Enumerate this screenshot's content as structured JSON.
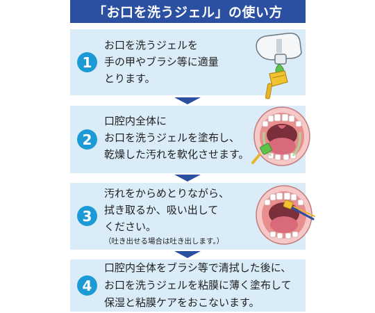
{
  "title": "「お口を洗うジェル」の使い方",
  "steps": [
    {
      "number": "1",
      "lines": [
        "お口を洗うジェルを",
        "手の甲やブラシ等に適量",
        "とります。"
      ]
    },
    {
      "number": "2",
      "lines": [
        "口腔内全体に",
        "お口を洗うジェルを塗布し、",
        "乾燥した汚れを軟化させます。"
      ]
    },
    {
      "number": "3",
      "lines": [
        "汚れをからめとりながら、",
        "拭き取るか、吸い出して",
        "ください。"
      ],
      "note": "（吐き出せる場合は吐き出します。）"
    },
    {
      "number": "4",
      "lines": [
        "口腔内全体をブラシ等で清拭した後に、",
        "お口を洗うジェルを粘膜に薄く塗布して",
        "保湿と粘膜ケアをおこないます。"
      ]
    }
  ],
  "colors": {
    "title_bg": "#2b4fa1",
    "step_bg": "#d9ecf8",
    "number_circle": "#1b9ad6",
    "gel": "#5fc24a",
    "arrow": "#2b4fa1"
  },
  "icons": [
    "gel-tube-illustration",
    "open-mouth-illustration",
    "swab-icon"
  ]
}
